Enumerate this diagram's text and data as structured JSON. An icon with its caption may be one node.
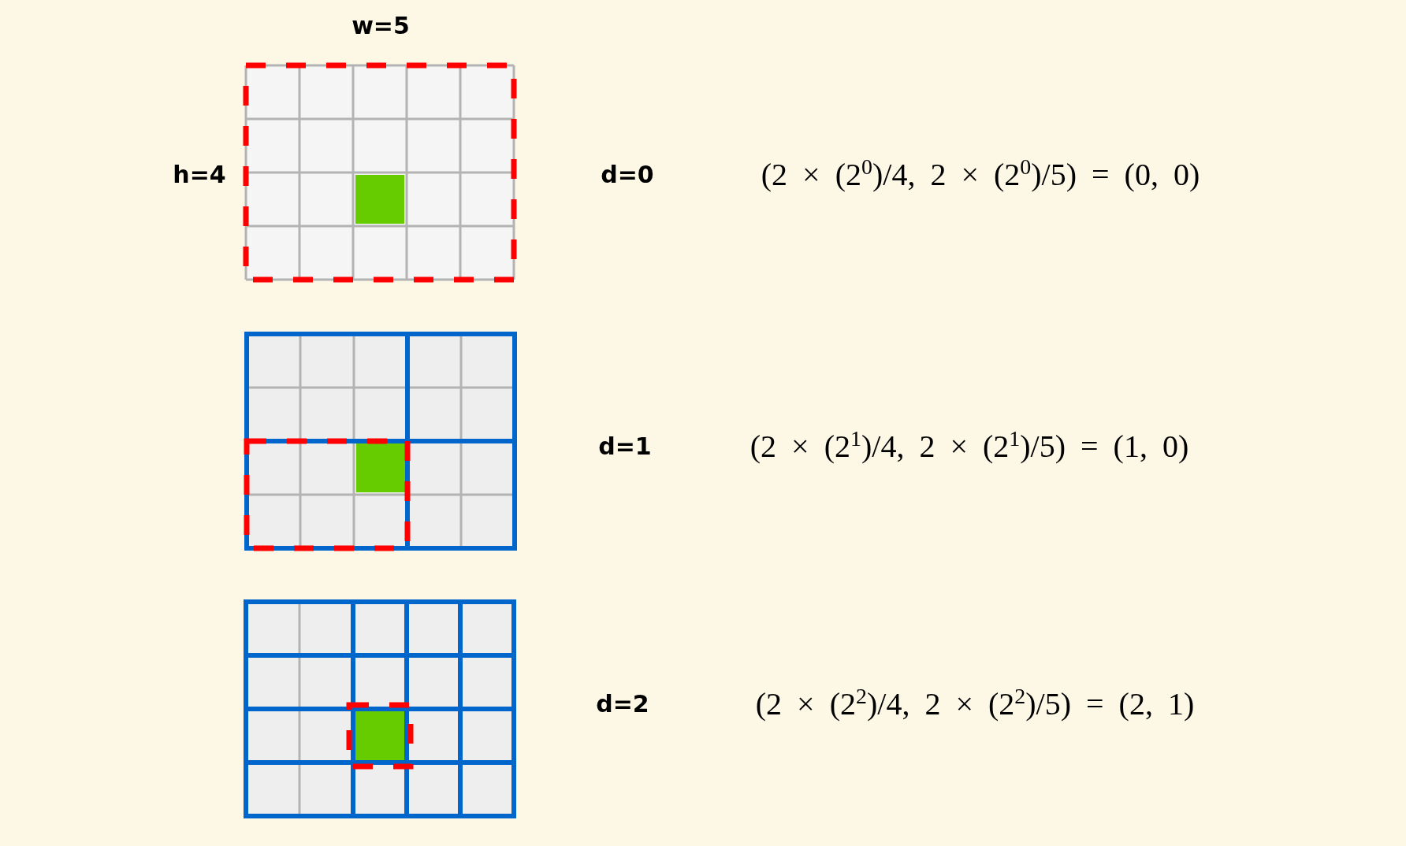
{
  "diagram": {
    "labels": [
      "w=5",
      "h=4",
      "d=0",
      "(2 × (2$^{0}$)/4, 2 × (2$^{0}$)/5) = (0, 0)",
      "d=1",
      "(2 × (2$^{1}$)/4, 2 × (2$^{1}$)/5) = (1, 0)",
      "d=2",
      "(2 × (2$^{2}$)/4, 2 × (2$^{2}$)/5) = (2, 1)"
    ]
  }
}
